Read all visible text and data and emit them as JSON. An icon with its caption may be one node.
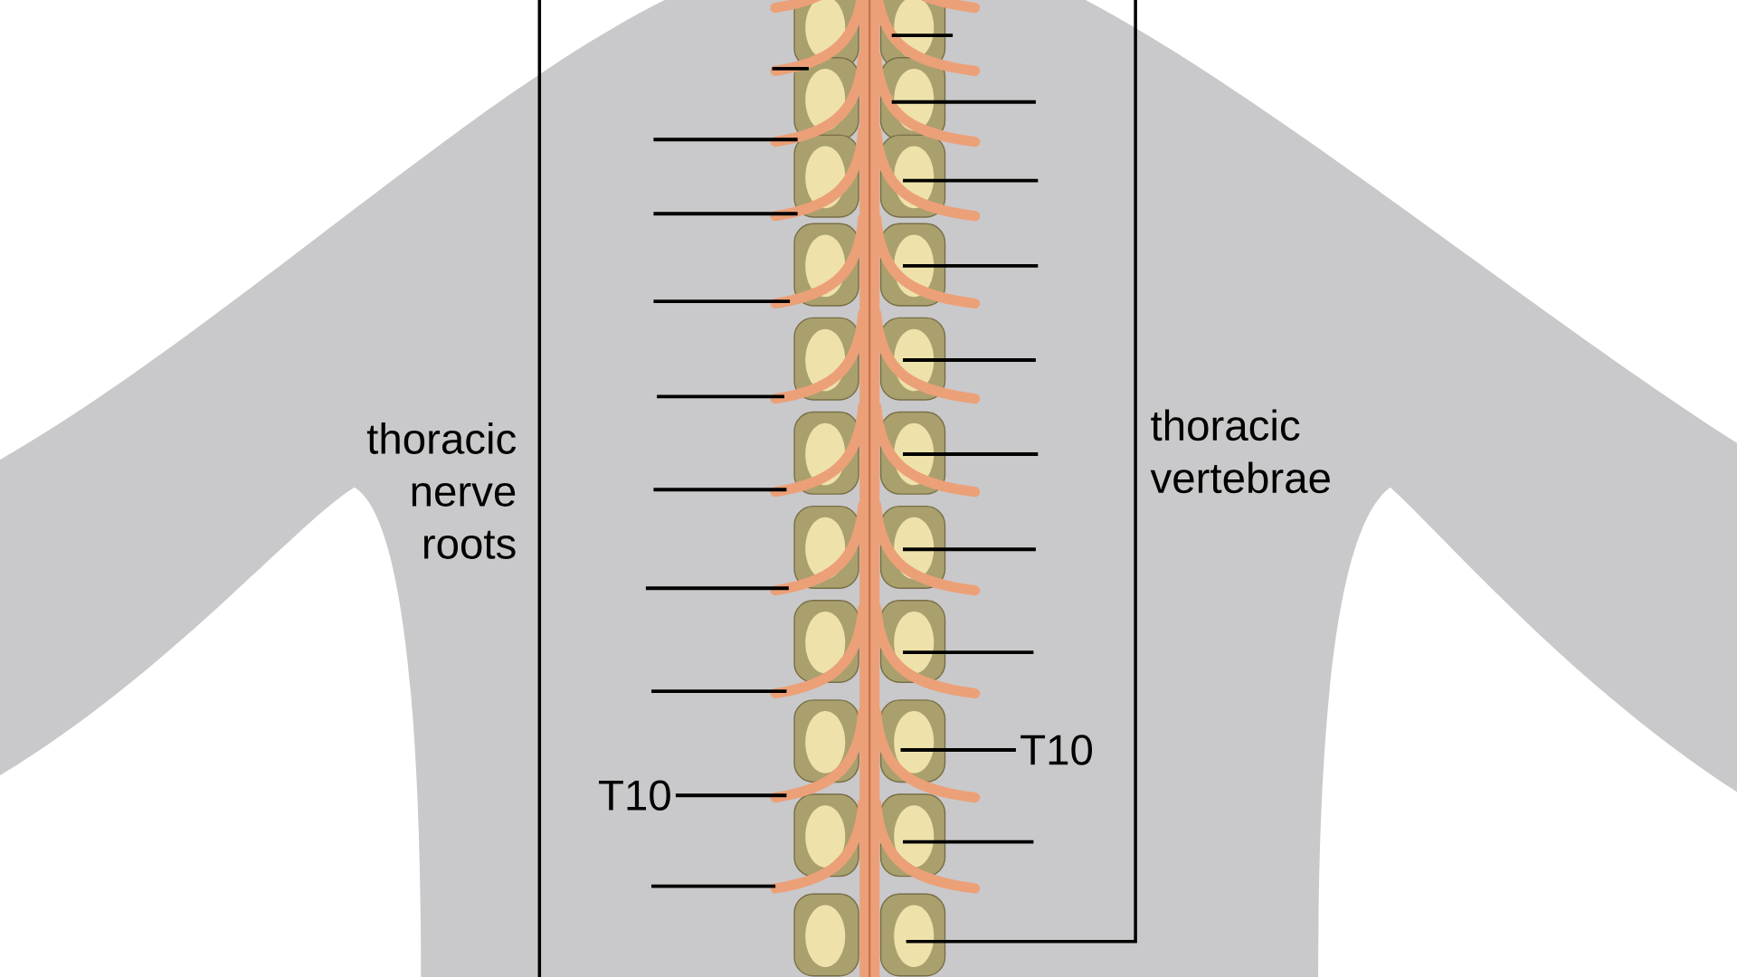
{
  "diagram": {
    "nodes": [
      {
        "text": [
          "thoracic nerve roots"
        ]
      },
      {
        "text": [
          "thoracic vertebrae"
        ]
      },
      {
        "text": [
          "T10"
        ]
      },
      {
        "text": [
          "T10"
        ]
      }
    ],
    "edges": [
      {
        "from": 2,
        "to": null,
        "arrow": "none"
      },
      {
        "from": 3,
        "to": null,
        "arrow": "none"
      }
    ]
  }
}
